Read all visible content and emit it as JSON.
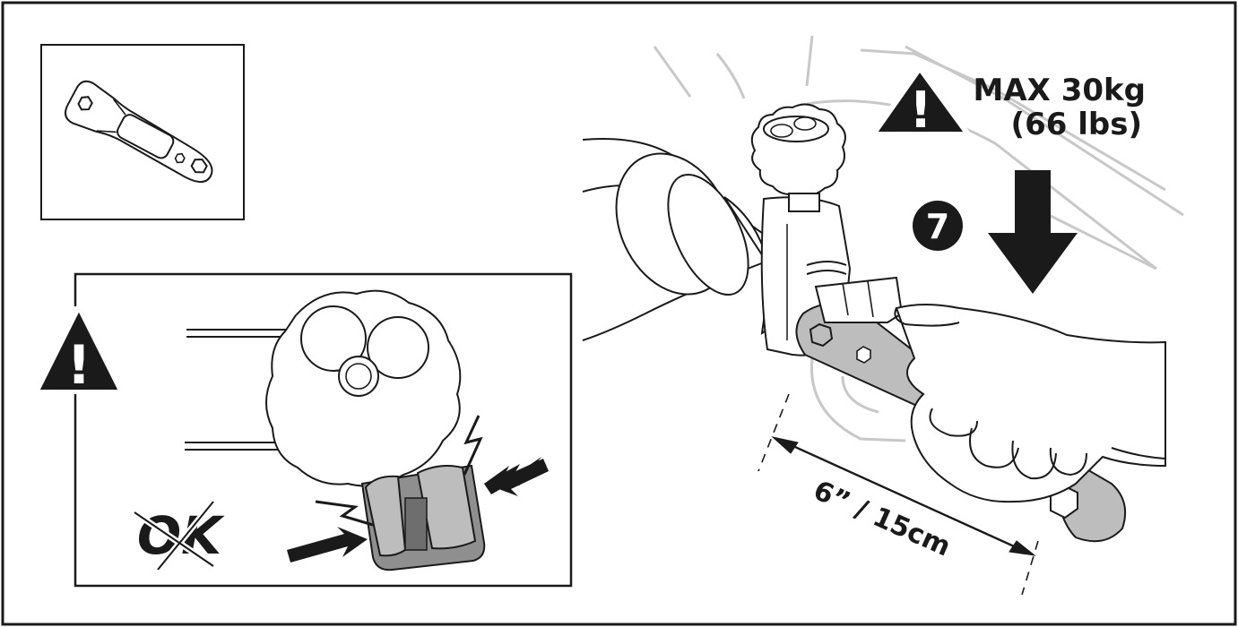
{
  "warning": {
    "max_load_line1": "MAX 30kg",
    "max_load_line2": "(66 lbs)",
    "glyph": "!"
  },
  "step": {
    "number": "7"
  },
  "measurement": {
    "label": "6” / 15cm"
  },
  "inset": {
    "ok_text": "OK",
    "glyph": "!"
  },
  "icons": {
    "warning": "warning-triangle-icon",
    "step_badge": "step-number-badge",
    "down_arrow": "down-arrow-icon",
    "tool": "wrench-tool-icon",
    "crossed_ok": "crossed-ok-icon"
  },
  "colors": {
    "ink": "#1a1a1a",
    "gray_fill": "#bdbdbd",
    "light_line": "#c8c8c8"
  }
}
